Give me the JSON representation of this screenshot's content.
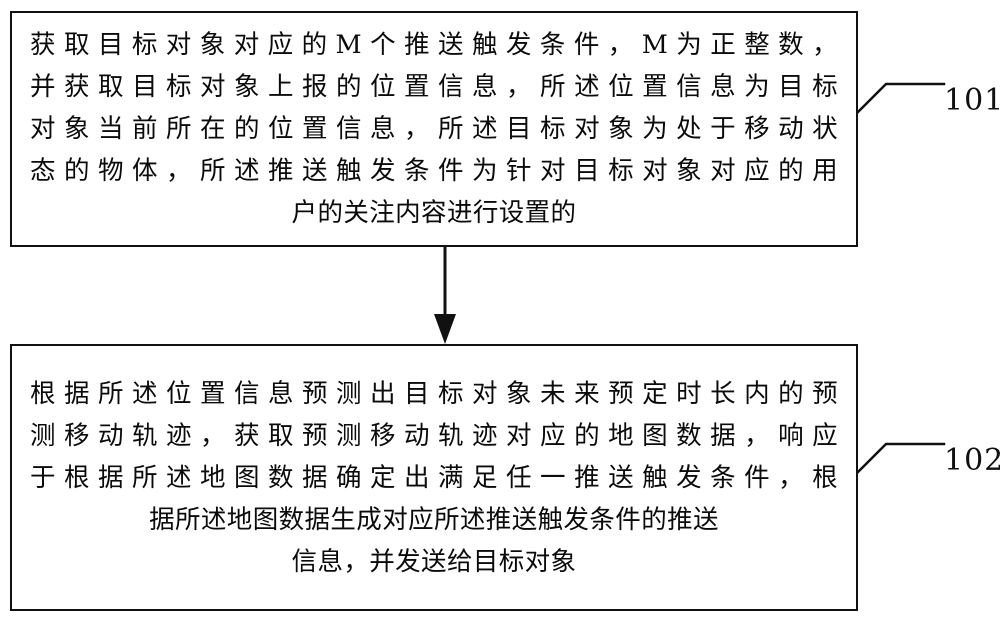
{
  "figure": {
    "type": "patent-flowchart",
    "language": "zh-CN",
    "background_color": "#ffffff",
    "line_color": "#111111",
    "text_color": "#0b0b0b"
  },
  "steps": [
    {
      "ref": "101",
      "name": "step-101",
      "lines": [
        "获取目标对象对应的M个推送触发条件，M为正整数，",
        "并获取目标对象上报的位置信息，所述位置信息为目标",
        "对象当前所在的位置信息，所述目标对象为处于移动状",
        "态的物体，所述推送触发条件为针对目标对象对应的用",
        "户的关注内容进行设置的"
      ],
      "full_text": "获取目标对象对应的M个推送触发条件，M为正整数，并获取目标对象上报的位置信息，所述位置信息为目标对象当前所在的位置信息，所述目标对象为处于移动状态的物体，所述推送触发条件为针对目标对象对应的用户的关注内容进行设置的"
    },
    {
      "ref": "102",
      "name": "step-102",
      "lines": [
        "根据所述位置信息预测出目标对象未来预定时长内的预",
        "测移动轨迹，获取预测移动轨迹对应的地图数据，响应",
        "于根据所述地图数据确定出满足任一推送触发条件，根",
        "据所述地图数据生成对应所述推送触发条件的推送",
        "信息，并发送给目标对象"
      ],
      "full_text": "根据所述位置信息预测出目标对象未来预定时长内的预测移动轨迹，获取预测移动轨迹对应的地图数据，响应于根据所述地图数据确定出满足任一推送触发条件，根据所述地图数据生成对应所述推送触发条件的推送信息，并发送给目标对象"
    }
  ],
  "connector": {
    "name": "arrow-101-to-102",
    "icon": "down-arrow-icon",
    "from": "101",
    "to": "102"
  }
}
